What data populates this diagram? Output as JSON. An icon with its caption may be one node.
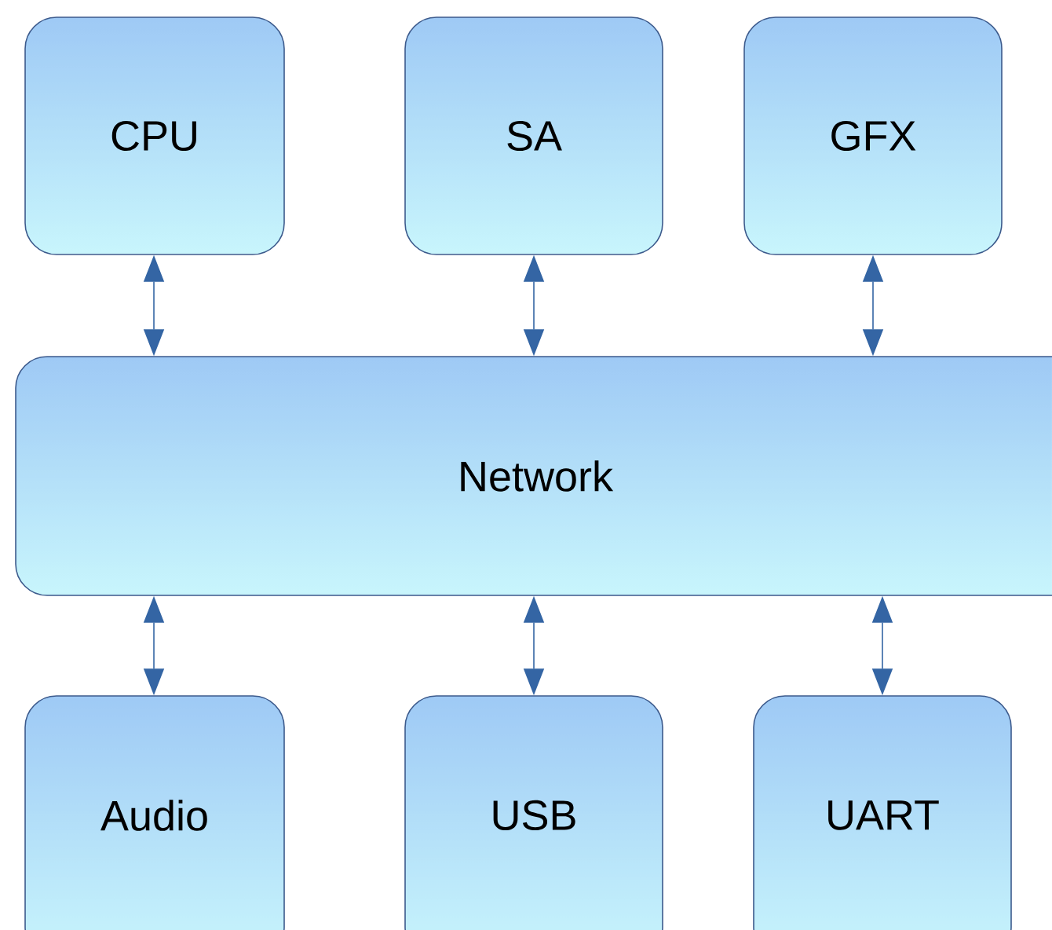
{
  "diagram": {
    "nodes": [
      {
        "text": [
          "CPU"
        ]
      },
      {
        "text": [
          "SA"
        ]
      },
      {
        "text": [
          "GFX"
        ]
      },
      {
        "text": [
          "Network"
        ]
      },
      {
        "text": [
          "Audio"
        ]
      },
      {
        "text": [
          "USB"
        ]
      },
      {
        "text": [
          "UART"
        ]
      }
    ],
    "edges": [
      {
        "from": 0,
        "to": 3,
        "arrow": "both"
      },
      {
        "from": 1,
        "to": 3,
        "arrow": "both"
      },
      {
        "from": 2,
        "to": 3,
        "arrow": "both"
      },
      {
        "from": 3,
        "to": 4,
        "arrow": "both"
      },
      {
        "from": 3,
        "to": 5,
        "arrow": "both"
      },
      {
        "from": 3,
        "to": 6,
        "arrow": "both"
      }
    ]
  }
}
